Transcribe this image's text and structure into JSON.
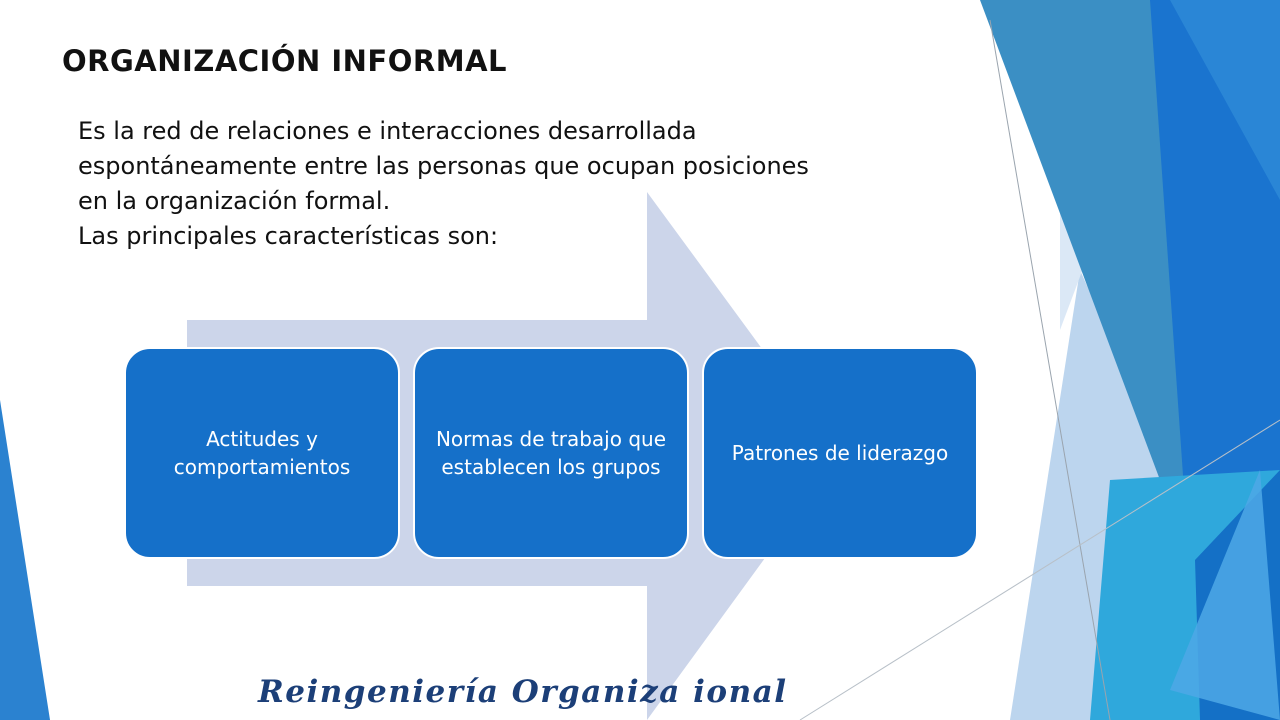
{
  "slide": {
    "title": "ORGANIZACIÓN INFORMAL",
    "body_lines": [
      "Es la red de relaciones e interacciones desarrollada",
      "espontáneamente entre las personas que ocupan posiciones",
      "en la organización formal.",
      "Las principales características son:"
    ],
    "footer": "Reingeniería Organiza  ional"
  },
  "diagram": {
    "items": [
      {
        "label": "Actitudes y comportamientos"
      },
      {
        "label": "Normas de trabajo que establecen los grupos"
      },
      {
        "label": "Patrones de liderazgo"
      }
    ]
  },
  "colors": {
    "box_fill": "#1570c9",
    "arrow_fill": "#ccd5ea",
    "footer_text": "#1c3f78"
  }
}
